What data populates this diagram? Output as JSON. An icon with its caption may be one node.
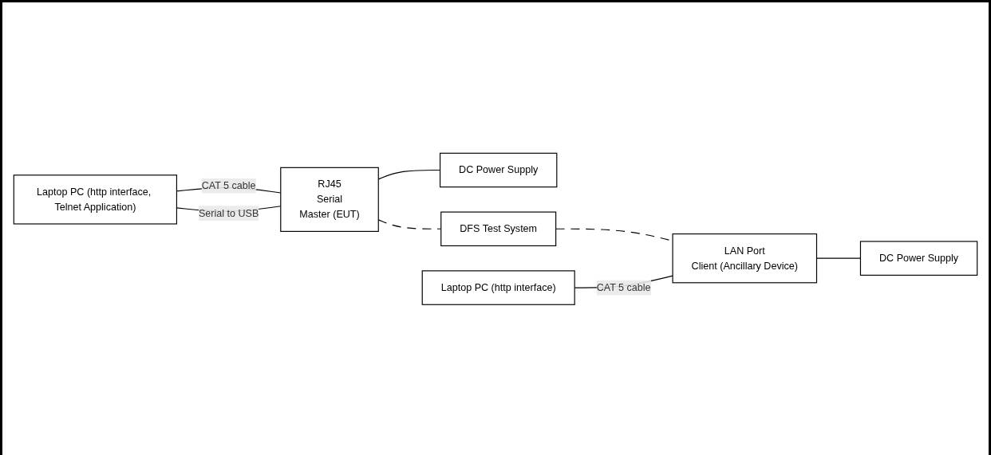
{
  "diagram": {
    "nodes": [
      {
        "text": [
          "Laptop PC (http interface, Telnet Application)"
        ]
      },
      {
        "text": [
          "RJ45",
          "Serial",
          "Master (EUT)"
        ]
      },
      {
        "text": [
          "DC Power Supply"
        ]
      },
      {
        "text": [
          "DFS Test System"
        ]
      },
      {
        "text": [
          "Laptop PC (http interface)"
        ]
      },
      {
        "text": [
          "LAN Port",
          "Client (Ancillary Device)"
        ]
      },
      {
        "text": [
          "DC Power Supply"
        ]
      }
    ],
    "edges": [
      {
        "from": 0,
        "to": 1,
        "arrow": "none",
        "label": "CAT 5 cable"
      },
      {
        "from": 0,
        "to": 1,
        "arrow": "none",
        "label": "Serial to USB"
      },
      {
        "from": 1,
        "to": 2,
        "arrow": "none"
      },
      {
        "from": 1,
        "to": 3,
        "arrow": "none",
        "style": "dashed"
      },
      {
        "from": 3,
        "to": 5,
        "arrow": "none",
        "style": "dashed"
      },
      {
        "from": 4,
        "to": 5,
        "arrow": "none",
        "label": "CAT 5 cable"
      },
      {
        "from": 5,
        "to": 6,
        "arrow": "none"
      }
    ]
  }
}
